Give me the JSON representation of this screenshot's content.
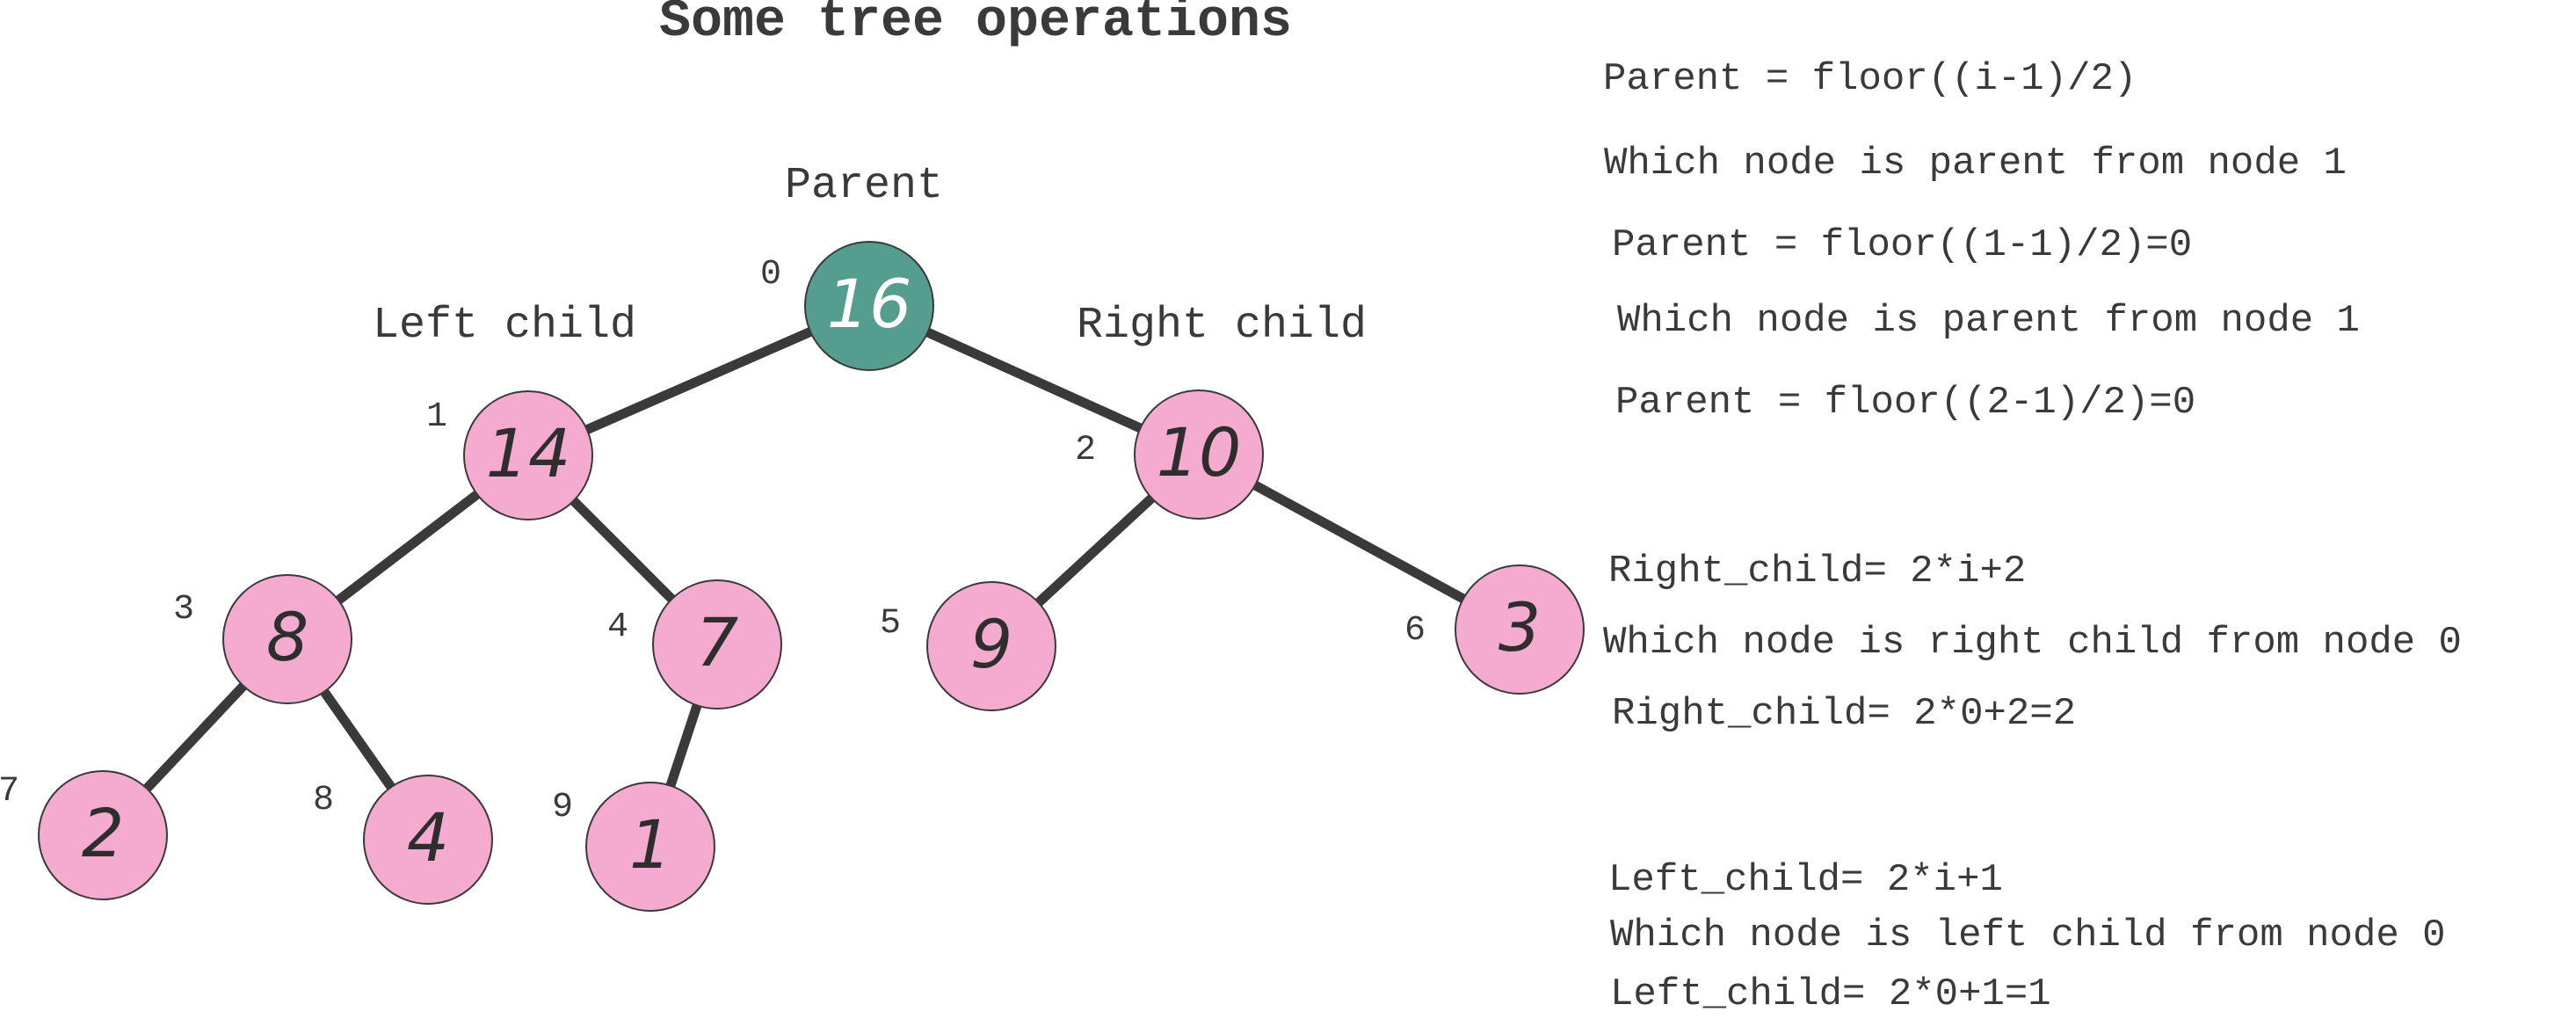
{
  "title": "Some tree operations",
  "labels": {
    "parent": "Parent",
    "left_child": "Left child",
    "right_child": "Right child"
  },
  "colors": {
    "root_fill": "#559e8f",
    "node_fill": "#f5abd0",
    "edge": "#3a3a3a"
  },
  "nodes": [
    {
      "index": "0",
      "value": "16",
      "root": true
    },
    {
      "index": "1",
      "value": "14"
    },
    {
      "index": "2",
      "value": "10"
    },
    {
      "index": "3",
      "value": "8"
    },
    {
      "index": "4",
      "value": "7"
    },
    {
      "index": "5",
      "value": "9"
    },
    {
      "index": "6",
      "value": "3"
    },
    {
      "index": "7",
      "value": "2"
    },
    {
      "index": "8",
      "value": "4"
    },
    {
      "index": "9",
      "value": "1"
    }
  ],
  "edges": [
    [
      0,
      1
    ],
    [
      0,
      2
    ],
    [
      1,
      3
    ],
    [
      1,
      4
    ],
    [
      2,
      5
    ],
    [
      2,
      6
    ],
    [
      3,
      7
    ],
    [
      3,
      8
    ],
    [
      4,
      9
    ]
  ],
  "formulas": {
    "parent_formula": "Parent = floor((i-1)/2)",
    "parent_q1": "Which node is parent from node 1",
    "parent_a1": "Parent = floor((1-1)/2)=0",
    "parent_q2": "Which node is parent from node 1",
    "parent_a2": "Parent = floor((2-1)/2)=0",
    "right_formula": "Right_child= 2*i+2",
    "right_q": "Which node is right child from node 0",
    "right_a": "Right_child= 2*0+2=2",
    "left_formula": "Left_child= 2*i+1",
    "left_q": "Which node is left child from node 0",
    "left_a": "Left_child= 2*0+1=1"
  }
}
